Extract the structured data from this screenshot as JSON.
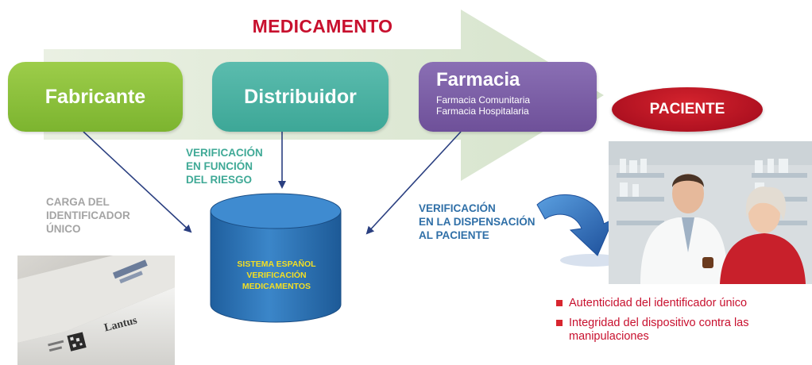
{
  "title": "MEDICAMENTO",
  "stages": {
    "fabricante": "Fabricante",
    "distribuidor": "Distribuidor",
    "farmacia": "Farmacia",
    "farmacia_sub1": "Farmacia Comunitaria",
    "farmacia_sub2": "Farmacia Hospitalaria"
  },
  "paciente": "PACIENTE",
  "labels": {
    "carga": [
      "CARGA DEL",
      "IDENTIFICADOR",
      "ÚNICO"
    ],
    "verificacion_riesgo": [
      "VERIFICACIÓN",
      "EN FUNCIÓN",
      "DEL RIESGO"
    ],
    "verificacion_paciente": [
      "VERIFICACIÓN",
      "EN LA DISPENSACIÓN",
      "AL PACIENTE"
    ]
  },
  "database": [
    "SISTEMA ESPAÑOL",
    "VERIFICACIÓN",
    "MEDICAMENTOS"
  ],
  "bullets": [
    "Autenticidad del identificador único",
    "Integridad del dispositivo contra las manipulaciones"
  ],
  "package_text": "Lantus",
  "colors": {
    "title": "#c8102e",
    "fabricante": "#8cc43c",
    "distribuidor": "#4bb2a3",
    "farmacia": "#7c5fa8",
    "paciente": "#c0162a",
    "database": "#2d74b5",
    "database_text": "#f4df22",
    "label_gray": "#a4a4a4",
    "label_teal": "#3fa996",
    "label_blue": "#2f6fa7",
    "flow_arrow": "#dfe9d6"
  }
}
